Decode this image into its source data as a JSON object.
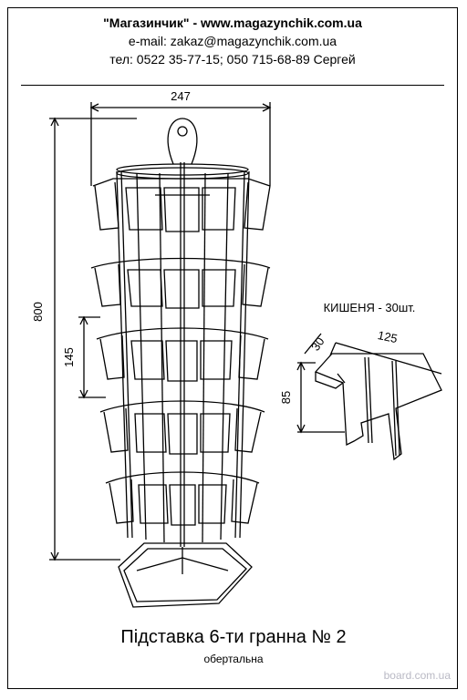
{
  "header": {
    "line1": "\"Магазинчик\" - www.magazynchik.com.ua",
    "line2": "e-mail: zakaz@magazynchik.com.ua",
    "line3": "тел: 0522 35-77-15; 050 715-68-89 Сергей"
  },
  "dimensions": {
    "width": "247",
    "height": "800",
    "tier_spacing": "145"
  },
  "pocket": {
    "label": "КИШЕНЯ - 30шт.",
    "depth": "30",
    "width": "125",
    "height": "85"
  },
  "caption": {
    "title": "Підставка 6-ти гранна № 2",
    "subtitle": "обертальна"
  },
  "watermark": "board.com.ua"
}
